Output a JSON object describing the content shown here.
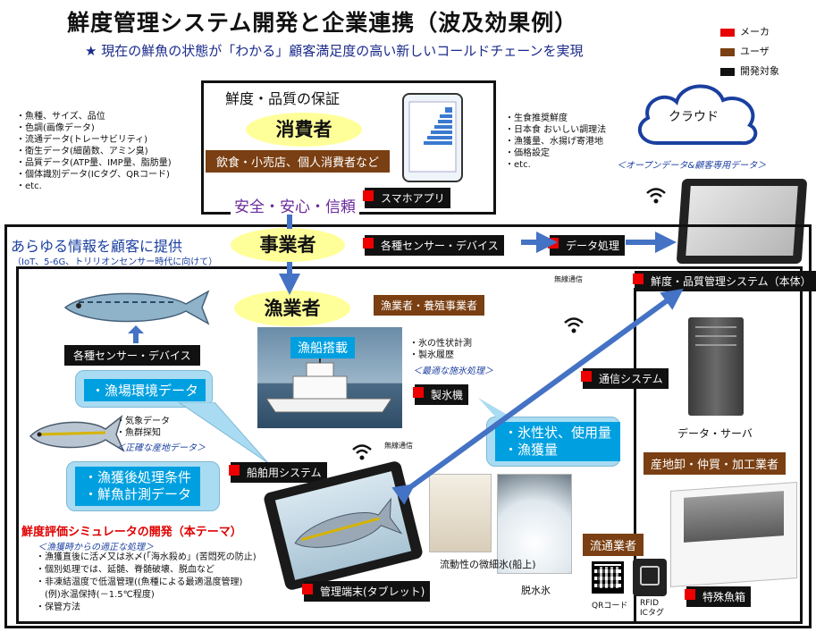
{
  "title": "鮮度管理システム開発と企業連携（波及効果例）",
  "subtitle": "★ 現在の鮮魚の状態が「わかる」顧客満足度の高い新しいコールドチェーンを実現",
  "legend": [
    {
      "label": "メーカ",
      "color": "#e60000"
    },
    {
      "label": "ユーザ",
      "color": "#7a3f12"
    },
    {
      "label": "開発対象",
      "color": "#111111"
    }
  ],
  "consumer": {
    "box_title": "鮮度・品質の保証",
    "ellipse": "消費者",
    "bar": "飲食・小売店、個人消費者など",
    "app_label": "スマホアプリ",
    "tagline": "安全・安心・信頼"
  },
  "left_data_list": [
    "・魚種、サイズ、品位",
    "・色調(画像データ)",
    "・流通データ(トレーサビリティ)",
    "・衛生データ(細菌数、アミン臭)",
    "・品質データ(ATP量、IMP量、脂肪量)",
    "・個体識別データ(ICタグ、QRコード)",
    "・etc."
  ],
  "right_data_list": [
    "・生食推奨鮮度",
    "・日本食 おいしい調理法",
    "・漁獲量、水揚げ寄港地",
    "・価格設定",
    "・etc."
  ],
  "cloud": {
    "label": "クラウド",
    "note": "＜オープンデータ&顧客専用データ＞"
  },
  "business": {
    "heading": "あらゆる情報を顧客に提供",
    "heading_sub": "（IoT、5-6G、トリリオンセンサー時代に向けて）",
    "ellipse": "事業者",
    "sensor_label": "各種センサー・デバイス",
    "data_proc_label": "データ処理"
  },
  "wireless_top": "無線通信",
  "wireless_mid": "無線通信",
  "main_system": "鮮度・品質管理システム（本体）",
  "fishery": {
    "ellipse": "漁業者",
    "tag": "漁業者・養殖事業者",
    "sensor_label": "各種センサー・デバイス",
    "ship_label": "漁船搭載",
    "ice_notes": [
      "・氷の性状計測",
      "・製氷履歴"
    ],
    "ice_note_sub": "＜最適な施氷処理＞",
    "ice_machine": "製氷機",
    "comm_system": "通信システム",
    "ground_bubble": "・漁場環境データ",
    "weather_notes": [
      "・気象データ",
      "・魚群探知"
    ],
    "weather_sub": "＜正確な産地データ＞",
    "ship_system": "船舶用システム",
    "post_bubble": [
      "・漁獲後処理条件",
      "・鮮魚計測データ"
    ],
    "ice_bubble": [
      "・氷性状、使用量",
      "・漁獲量"
    ]
  },
  "server_label": "データ・サーバ",
  "market_tag": "産地卸・仲買・加工業者",
  "distribution_tag": "流通業者",
  "simulator": {
    "title": "鮮度評価シミュレータの開発（本テーマ）",
    "sub": "＜漁獲時からの適正な処理＞",
    "lines": [
      "・漁獲直後に活〆又は氷〆(「海水殺め」(苦悶死の防止)",
      "・個別処理では、延髄、脊髄破壊、脱血など",
      "・非凍結温度で低温管理((魚種による最適温度管理)",
      "　(例)氷温保持(－1.5℃程度)",
      "・保管方法"
    ]
  },
  "terminal_label": "管理端末(タブレット)",
  "slurry_label": "流動性の微細氷(船上)",
  "dehydrated_label": "脱水氷",
  "qr_label": "QRコード",
  "rfid_label": "RFID",
  "ictag_label": "ICタグ",
  "fishbox_label": "特殊魚箱"
}
